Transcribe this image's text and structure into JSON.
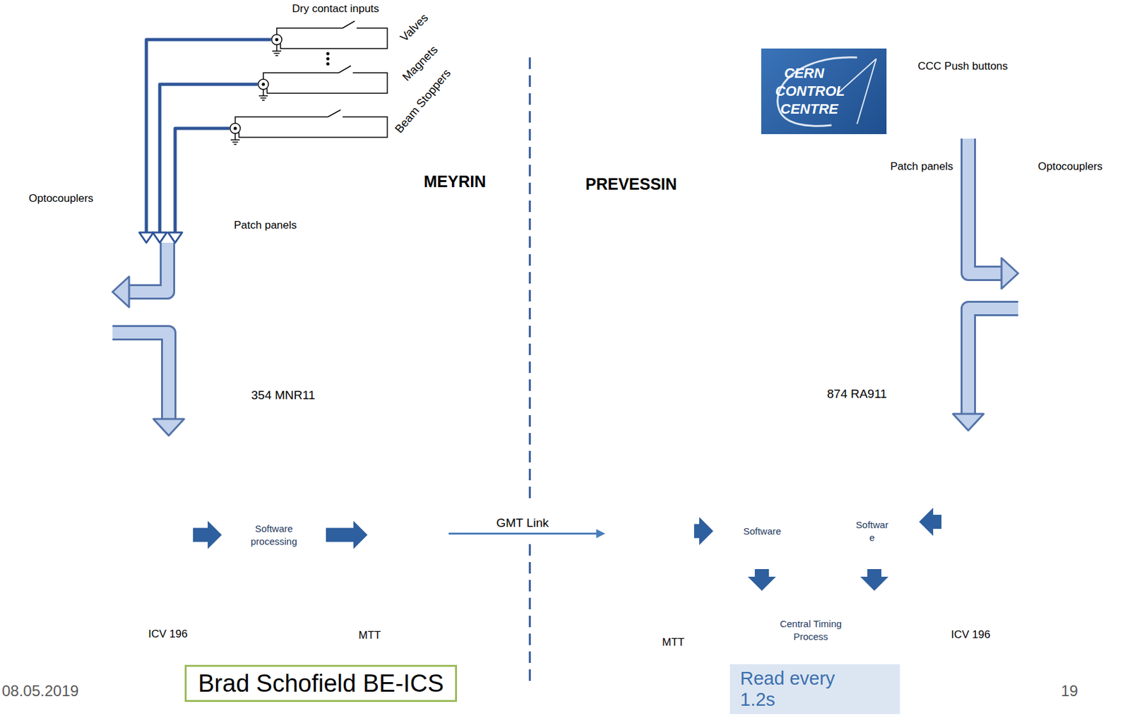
{
  "diagram": {
    "nodes": [
      {
        "text": [
          "Valves"
        ]
      },
      {
        "text": [
          "Magnets"
        ]
      },
      {
        "text": [
          "Beam Stoppers"
        ]
      },
      {
        "text": [
          "CERN",
          "CONTROL",
          "CENTRE"
        ]
      },
      {
        "text": [
          "CCC Push buttons"
        ]
      },
      {
        "text": [
          "354 MNR11"
        ]
      },
      {
        "text": [
          "Optocouplers"
        ],
        "in": 5
      },
      {
        "text": [
          "Patch panels"
        ],
        "in": 5
      },
      {
        "text": [
          "874 RA911"
        ]
      },
      {
        "text": [
          "Patch panels"
        ],
        "in": 8
      },
      {
        "text": [
          "Optocouplers"
        ],
        "in": 8
      },
      {
        "text": [
          "ICV 196"
        ]
      },
      {
        "text": [
          "Software processing"
        ]
      },
      {
        "text": [
          "MTT"
        ]
      },
      {
        "text": [
          "MTT"
        ]
      },
      {
        "text": [
          "Software"
        ]
      },
      {
        "text": [
          "Softwar e"
        ]
      },
      {
        "text": [
          "ICV 196"
        ]
      },
      {
        "text": [
          "Central Timing Process"
        ]
      },
      {
        "text": [
          "Brad Schofield BE-ICS"
        ]
      },
      {
        "text": [
          "Read every 1.2s"
        ]
      }
    ],
    "edges": [
      {
        "from": 0,
        "to": 7,
        "arrow": "to"
      },
      {
        "from": 1,
        "to": 7,
        "arrow": "to"
      },
      {
        "from": 2,
        "to": 7,
        "arrow": "to"
      },
      {
        "from": 7,
        "to": 6,
        "arrow": "to"
      },
      {
        "from": 6,
        "to": 11,
        "arrow": "to"
      },
      {
        "from": 11,
        "to": 12,
        "arrow": "to"
      },
      {
        "from": 12,
        "to": 13,
        "arrow": "to"
      },
      {
        "from": 13,
        "to": 14,
        "label": "GMT Link",
        "arrow": "to"
      },
      {
        "from": 14,
        "to": 15,
        "arrow": "to"
      },
      {
        "from": 15,
        "to": 18,
        "arrow": "to"
      },
      {
        "from": 16,
        "to": 18,
        "arrow": "to"
      },
      {
        "from": 17,
        "to": 16,
        "arrow": "to"
      },
      {
        "from": 4,
        "to": 9,
        "arrow": "none"
      },
      {
        "from": 9,
        "to": 10,
        "arrow": "to"
      },
      {
        "from": 10,
        "to": 17,
        "arrow": "to"
      }
    ],
    "labels": [
      "Dry contact inputs",
      "MEYRIN",
      "PREVESSIN",
      "08.05.2019",
      "19"
    ]
  }
}
